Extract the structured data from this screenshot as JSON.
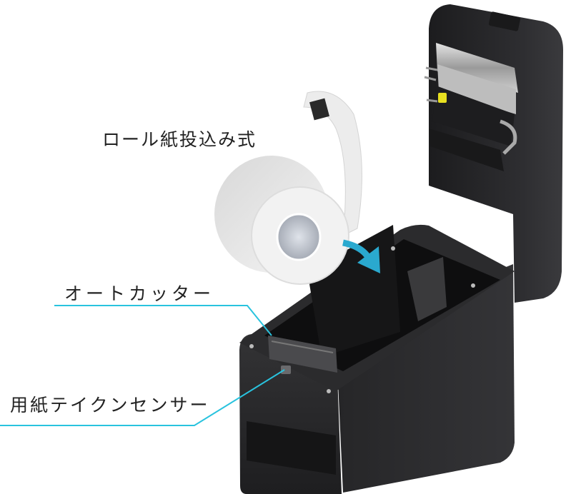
{
  "labels": {
    "roll_loading": "ロール紙投込み式",
    "auto_cutter": "オートカッター",
    "paper_take_sensor": "用紙テイクンセンサー"
  },
  "colors": {
    "callout_line": "#29c3de",
    "arrow": "#2aa9cf",
    "printer_body": "#2a2a2c",
    "printer_dark": "#141415",
    "roll_paper": "#e6e6e6",
    "sensor_accent": "#e8e020"
  },
  "illustration": {
    "subject": "label printer with open lid",
    "elements": [
      "paper roll",
      "insertion arrow",
      "auto cutter",
      "paper take sensor",
      "print head mechanism"
    ]
  }
}
